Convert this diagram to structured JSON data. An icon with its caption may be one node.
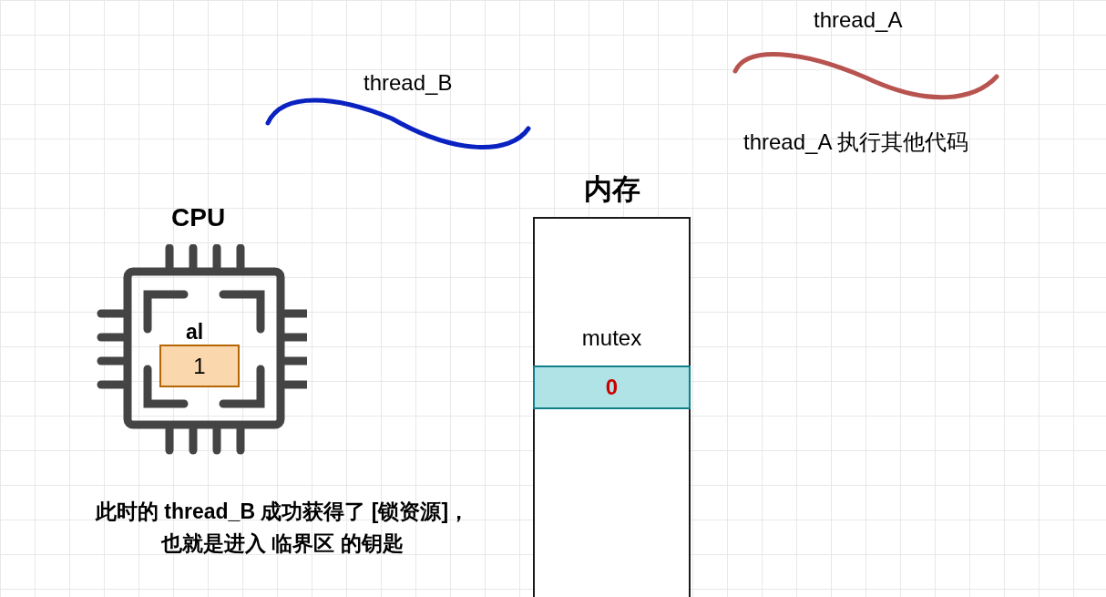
{
  "diagram": {
    "nodes": [
      {
        "text": [
          "CPU",
          "al"
        ]
      },
      {
        "text": [
          "1"
        ],
        "in": 0
      },
      {
        "text": [
          "内存",
          "mutex"
        ]
      },
      {
        "text": [
          "0"
        ],
        "in": 2
      }
    ],
    "labels": [
      "thread_A",
      "thread_B",
      "thread_A 执行其他代码",
      "此时的 thread_B 成功获得了 [锁资源]，",
      "也就是进入 临界区 的钥匙"
    ]
  }
}
